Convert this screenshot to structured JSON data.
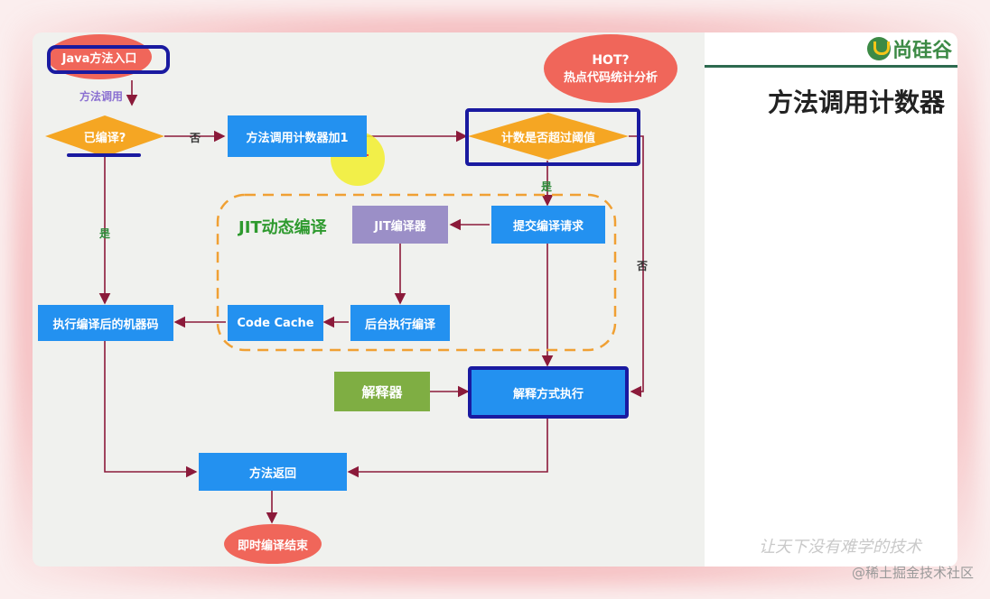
{
  "nodes": {
    "java_entry": "Java方法入口",
    "call_label": "方法调用",
    "compiled": "已编译?",
    "counter_plus": "方法调用计数器加1",
    "threshold": "计数是否超过阈值",
    "hot_line1": "HOT?",
    "hot_line2": "热点代码统计分析",
    "submit": "提交编译请求",
    "jit_compiler": "JIT编译器",
    "jit_title": "JIT动态编译",
    "bg_compile": "后台执行编译",
    "code_cache": "Code Cache",
    "exec_machine": "执行编译后的机器码",
    "interpreter": "解释器",
    "interp_exec": "解释方式执行",
    "method_return": "方法返回",
    "jit_end": "即时编译结束"
  },
  "edge_labels": {
    "no_compiled": "否",
    "yes_compiled": "是",
    "yes_threshold": "是",
    "no_threshold": "否"
  },
  "right_panel": {
    "logo_text": "尚硅谷",
    "title": "方法调用计数器",
    "motto": "让天下没有难学的技术"
  },
  "watermark": "@稀土掘金技术社区",
  "colors": {
    "process_box": "#2391f0",
    "decision": "#f5a623",
    "terminal": "#f0665a",
    "jit_box": "#9b8fc7",
    "interpreter_box": "#7fae43",
    "arrow": "#8b1a3a",
    "highlight": "#1a1aa0",
    "jit_region": "#f0a033"
  }
}
